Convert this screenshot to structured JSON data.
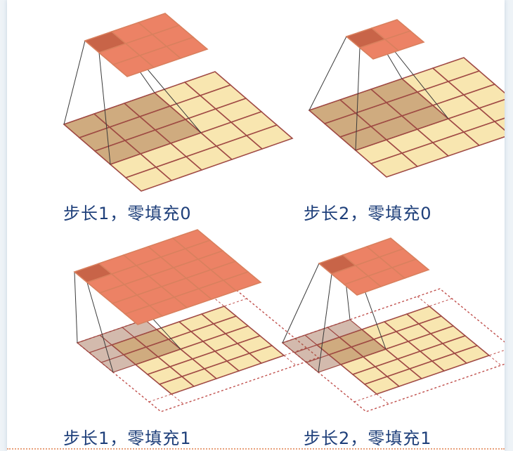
{
  "panels": [
    {
      "caption": "步长1，零填充0"
    },
    {
      "caption": "步长2，零填充0"
    },
    {
      "caption": "步长1，零填充1"
    },
    {
      "caption": "步长2，零填充1"
    }
  ],
  "colors": {
    "output_cell": "#ec8265",
    "output_cell_highlight": "#c86448",
    "output_line": "#d9805e",
    "input_cell": "#f8e6b0",
    "input_line": "#a04a45",
    "receptive_field": "rgba(150,90,60,0.42)",
    "padding_line": "#c0504d",
    "projection_line": "#3a3a3a"
  }
}
